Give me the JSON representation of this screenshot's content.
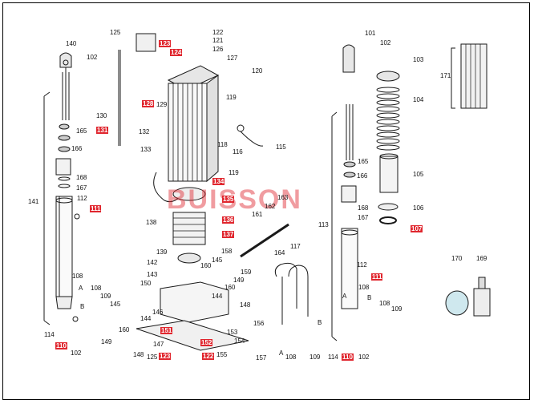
{
  "brand_watermark": "BUISSON",
  "colors": {
    "accent_red": "#e0262e",
    "line": "#1a1a1a"
  },
  "callouts": [
    {
      "id": "c125",
      "text": "125",
      "red": false
    },
    {
      "id": "c122a",
      "text": "122",
      "red": false
    },
    {
      "id": "c121",
      "text": "121",
      "red": false
    },
    {
      "id": "c126",
      "text": "126",
      "red": false
    },
    {
      "id": "c123a",
      "text": "123",
      "red": true
    },
    {
      "id": "c124",
      "text": "124",
      "red": true
    },
    {
      "id": "c127",
      "text": "127",
      "red": false
    },
    {
      "id": "c120",
      "text": "120",
      "red": false
    },
    {
      "id": "c119a",
      "text": "119",
      "red": false
    },
    {
      "id": "c128",
      "text": "128",
      "red": true
    },
    {
      "id": "c129",
      "text": "129",
      "red": false
    },
    {
      "id": "c130",
      "text": "130",
      "red": false
    },
    {
      "id": "c131",
      "text": "131",
      "red": true
    },
    {
      "id": "c132",
      "text": "132",
      "red": false
    },
    {
      "id": "c133",
      "text": "133",
      "red": false
    },
    {
      "id": "c118",
      "text": "118",
      "red": false
    },
    {
      "id": "c116",
      "text": "116",
      "red": false
    },
    {
      "id": "c115",
      "text": "115",
      "red": false
    },
    {
      "id": "c119b",
      "text": "119",
      "red": false
    },
    {
      "id": "c134",
      "text": "134",
      "red": true
    },
    {
      "id": "c135",
      "text": "135",
      "red": true
    },
    {
      "id": "c136",
      "text": "136",
      "red": true
    },
    {
      "id": "c137",
      "text": "137",
      "red": true
    },
    {
      "id": "c138",
      "text": "138",
      "red": false
    },
    {
      "id": "c139",
      "text": "139",
      "red": false
    },
    {
      "id": "c142",
      "text": "142",
      "red": false
    },
    {
      "id": "c143",
      "text": "143",
      "red": false
    },
    {
      "id": "c150",
      "text": "150",
      "red": false
    },
    {
      "id": "c140",
      "text": "140",
      "red": false
    },
    {
      "id": "c102a",
      "text": "102",
      "red": false
    },
    {
      "id": "c165a",
      "text": "165",
      "red": false
    },
    {
      "id": "c166a",
      "text": "166",
      "red": false
    },
    {
      "id": "c168a",
      "text": "168",
      "red": false
    },
    {
      "id": "c167a",
      "text": "167",
      "red": false
    },
    {
      "id": "c141",
      "text": "141",
      "red": false
    },
    {
      "id": "c112a",
      "text": "112",
      "red": false
    },
    {
      "id": "c111a",
      "text": "111",
      "red": true
    },
    {
      "id": "c108a",
      "text": "108",
      "red": false
    },
    {
      "id": "c108b",
      "text": "108",
      "red": false
    },
    {
      "id": "cAa",
      "text": "A",
      "red": false
    },
    {
      "id": "cBa",
      "text": "B",
      "red": false
    },
    {
      "id": "c109a",
      "text": "109",
      "red": false
    },
    {
      "id": "c114a",
      "text": "114",
      "red": false
    },
    {
      "id": "c110a",
      "text": "110",
      "red": true
    },
    {
      "id": "c102b",
      "text": "102",
      "red": false
    },
    {
      "id": "c145a",
      "text": "145",
      "red": false
    },
    {
      "id": "c144a",
      "text": "144",
      "red": false
    },
    {
      "id": "c146",
      "text": "146",
      "red": false
    },
    {
      "id": "c151",
      "text": "151",
      "red": true
    },
    {
      "id": "c160a",
      "text": "160",
      "red": false
    },
    {
      "id": "c147",
      "text": "147",
      "red": false
    },
    {
      "id": "c149a",
      "text": "149",
      "red": false
    },
    {
      "id": "c148a",
      "text": "148",
      "red": false
    },
    {
      "id": "c125b",
      "text": "125",
      "red": false
    },
    {
      "id": "c123b",
      "text": "123",
      "red": true
    },
    {
      "id": "c152",
      "text": "152",
      "red": true
    },
    {
      "id": "c122b",
      "text": "122",
      "red": true
    },
    {
      "id": "c158",
      "text": "158",
      "red": false
    },
    {
      "id": "c160b",
      "text": "160",
      "red": false
    },
    {
      "id": "c145b",
      "text": "145",
      "red": false
    },
    {
      "id": "c159",
      "text": "159",
      "red": false
    },
    {
      "id": "c144b",
      "text": "144",
      "red": false
    },
    {
      "id": "c149b",
      "text": "149",
      "red": false
    },
    {
      "id": "c160c",
      "text": "160",
      "red": false
    },
    {
      "id": "c148b",
      "text": "148",
      "red": false
    },
    {
      "id": "c161",
      "text": "161",
      "red": false
    },
    {
      "id": "c162",
      "text": "162",
      "red": false
    },
    {
      "id": "c163",
      "text": "163",
      "red": false
    },
    {
      "id": "c164",
      "text": "164",
      "red": false
    },
    {
      "id": "c117",
      "text": "117",
      "red": false
    },
    {
      "id": "c156",
      "text": "156",
      "red": false
    },
    {
      "id": "c153",
      "text": "153",
      "red": false
    },
    {
      "id": "c154",
      "text": "154",
      "red": false
    },
    {
      "id": "c155",
      "text": "155",
      "red": false
    },
    {
      "id": "c157",
      "text": "157",
      "red": false
    },
    {
      "id": "cAb",
      "text": "A",
      "red": false
    },
    {
      "id": "c108c",
      "text": "108",
      "red": false
    },
    {
      "id": "cBb",
      "text": "B",
      "red": false
    },
    {
      "id": "c109b",
      "text": "109",
      "red": false
    },
    {
      "id": "c101",
      "text": "101",
      "red": false
    },
    {
      "id": "c102c",
      "text": "102",
      "red": false
    },
    {
      "id": "c103",
      "text": "103",
      "red": false
    },
    {
      "id": "c104",
      "text": "104",
      "red": false
    },
    {
      "id": "c165b",
      "text": "165",
      "red": false
    },
    {
      "id": "c166b",
      "text": "166",
      "red": false
    },
    {
      "id": "c105",
      "text": "105",
      "red": false
    },
    {
      "id": "c106",
      "text": "106",
      "red": false
    },
    {
      "id": "c168b",
      "text": "168",
      "red": false
    },
    {
      "id": "c167b",
      "text": "167",
      "red": false
    },
    {
      "id": "c107",
      "text": "107",
      "red": true
    },
    {
      "id": "c113",
      "text": "113",
      "red": false
    },
    {
      "id": "c112b",
      "text": "112",
      "red": false
    },
    {
      "id": "c111b",
      "text": "111",
      "red": true
    },
    {
      "id": "c108d",
      "text": "108",
      "red": false
    },
    {
      "id": "cAc",
      "text": "A",
      "red": false
    },
    {
      "id": "cBc",
      "text": "B",
      "red": false
    },
    {
      "id": "c108e",
      "text": "108",
      "red": false
    },
    {
      "id": "c109c",
      "text": "109",
      "red": false
    },
    {
      "id": "c114b",
      "text": "114",
      "red": false
    },
    {
      "id": "c110b",
      "text": "110",
      "red": true
    },
    {
      "id": "c102d",
      "text": "102",
      "red": false
    },
    {
      "id": "c171",
      "text": "171",
      "red": false
    },
    {
      "id": "c170",
      "text": "170",
      "red": false
    },
    {
      "id": "c169",
      "text": "169",
      "red": false
    }
  ]
}
